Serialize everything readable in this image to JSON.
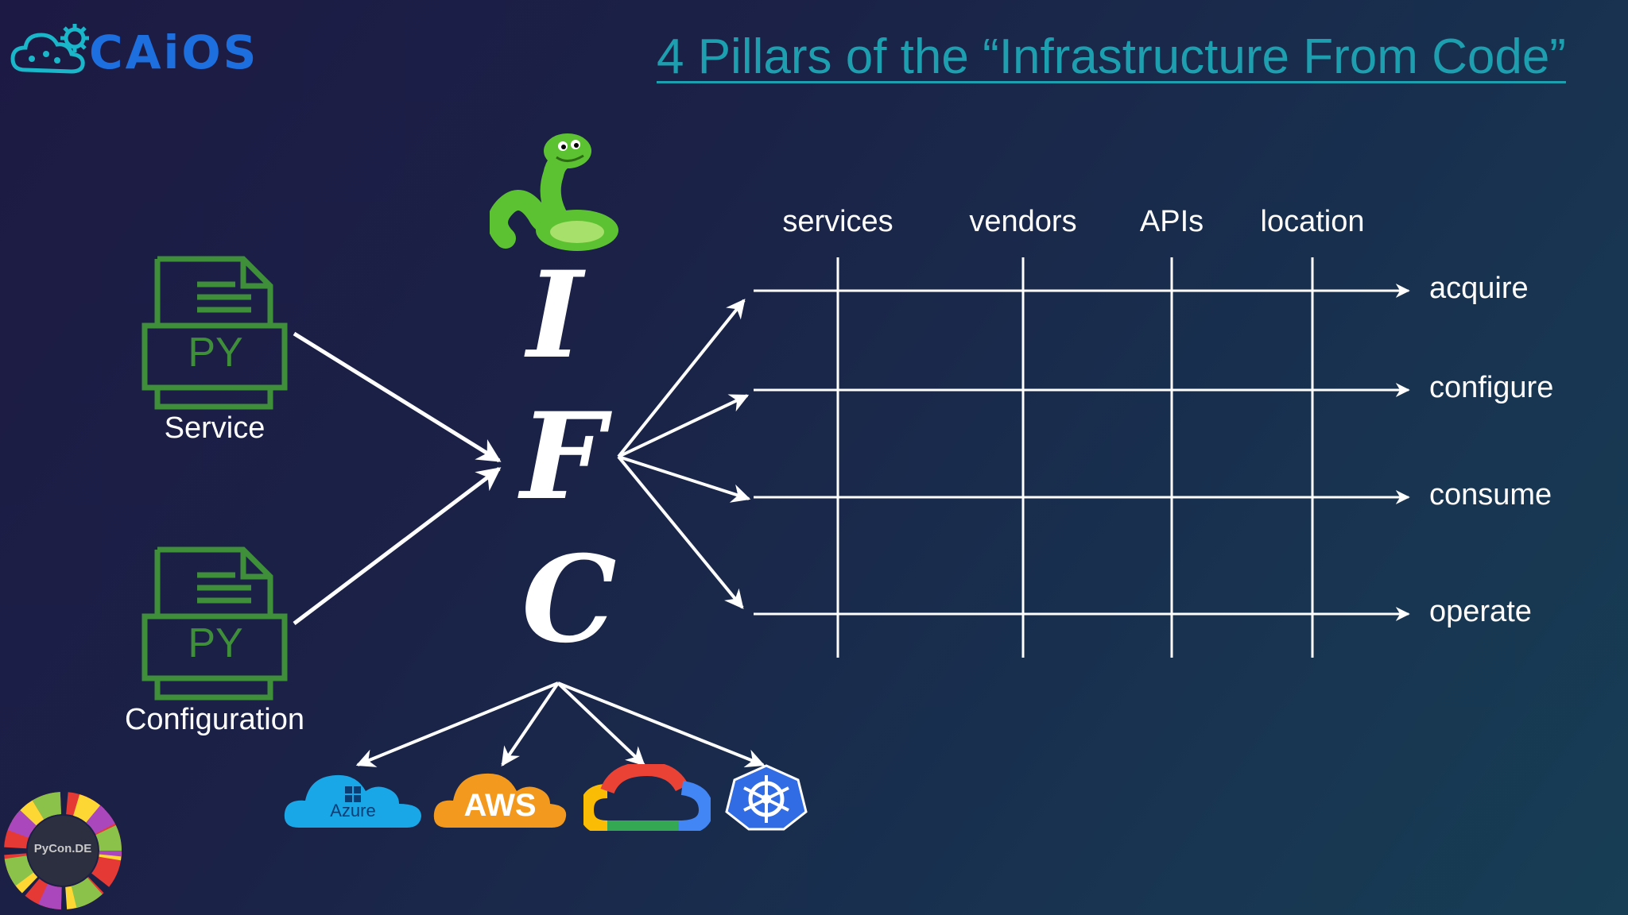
{
  "header": {
    "logo_text": "CAiOS",
    "title": "4 Pillars of the “Infrastructure From Code”"
  },
  "inputs": [
    {
      "file_label": "PY",
      "caption": "Service"
    },
    {
      "file_label": "PY",
      "caption": "Configuration"
    }
  ],
  "ifc_letters": [
    "I",
    "F",
    "C"
  ],
  "grid": {
    "columns": [
      "services",
      "vendors",
      "APIs",
      "location"
    ],
    "rows": [
      "acquire",
      "configure",
      "consume",
      "operate"
    ]
  },
  "providers": {
    "azure": "Azure",
    "aws": "AWS",
    "gcp": "google-cloud-icon",
    "kubernetes": "kubernetes-icon"
  },
  "footer": {
    "event_logo": "PyCon.DE"
  },
  "colors": {
    "title": "#1e9fb0",
    "logo": "#1d6fe0",
    "py_file": "#3f8f3a",
    "azure": "#1aa7e8",
    "aws": "#f39a1e",
    "kubernetes": "#326ce5"
  }
}
